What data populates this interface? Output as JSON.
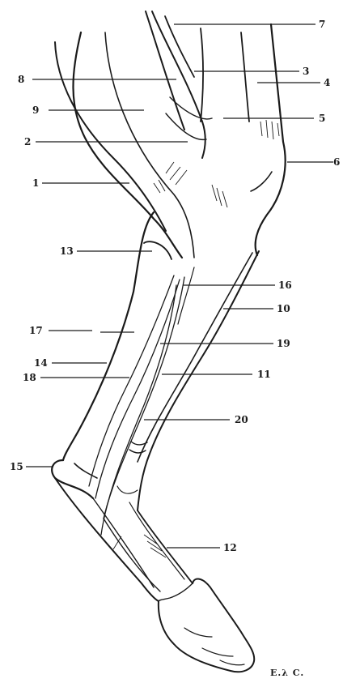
{
  "labels": {
    "l1": "1",
    "l2": "2",
    "l3": "3",
    "l4": "4",
    "l5": "5",
    "l6": "6",
    "l7": "7",
    "l8": "8",
    "l9": "9",
    "l10": "10",
    "l11": "11",
    "l12": "12",
    "l13": "13",
    "l14": "14",
    "l15": "15",
    "l16": "16",
    "l17": "17",
    "l18": "18",
    "l19": "19",
    "l20": "20"
  },
  "signature": "E.λ C.",
  "colors": {
    "ink": "#1a1a1a",
    "background": "#ffffff"
  }
}
